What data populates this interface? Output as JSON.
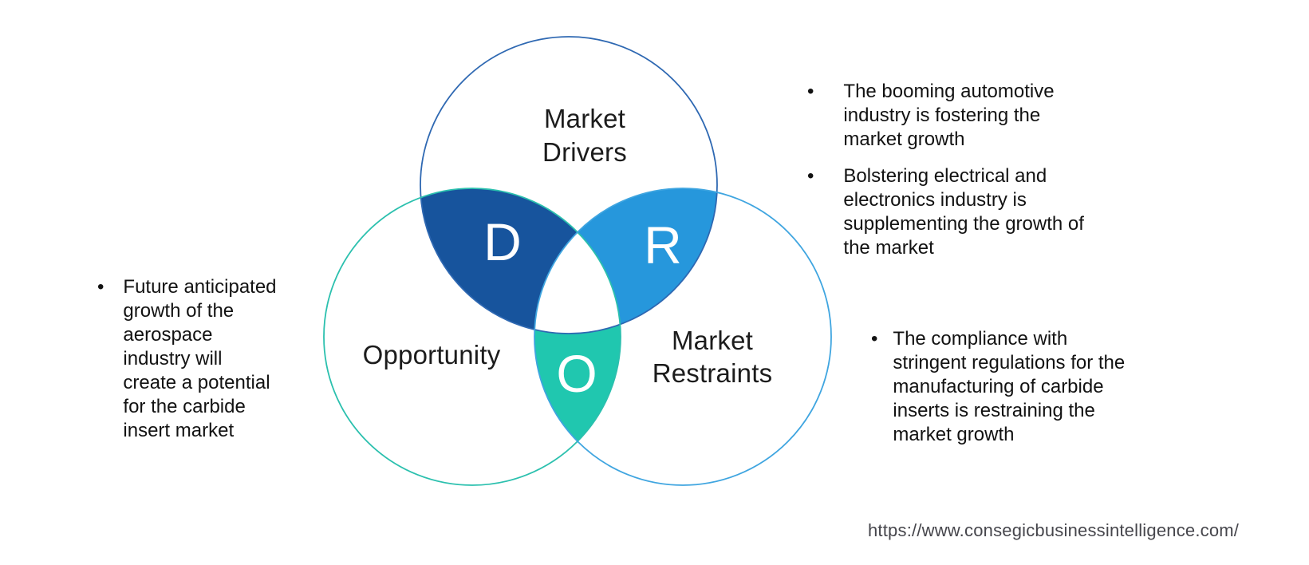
{
  "diagram": {
    "circle_drivers": {
      "label": "Market\nDrivers",
      "letter": "D",
      "outline_color": "#2E68B2",
      "region_color": "#17549D"
    },
    "circle_opportunity": {
      "label": "Opportunity",
      "letter": "O",
      "outline_color": "#2BC0AE",
      "region_color": "#20C7AF"
    },
    "circle_restraints": {
      "label": "Market\nRestraints",
      "letter": "R",
      "outline_color": "#3FA5E0",
      "region_color": "#2697DC"
    }
  },
  "annotations": {
    "bullet": "•",
    "opportunity_note": "Future anticipated\ngrowth of the\naerospace\nindustry will\ncreate a potential\nfor the carbide\ninsert market",
    "driver_note_1": "The booming automotive\nindustry is fostering the\nmarket growth",
    "driver_note_2": "Bolstering electrical and\nelectronics industry is\nsupplementing the growth of\nthe market",
    "restraint_note": "The compliance with\nstringent regulations for the\nmanufacturing of carbide\ninserts is restraining the\nmarket growth"
  },
  "footer": {
    "url": "https://www.consegicbusinessintelligence.com/"
  }
}
